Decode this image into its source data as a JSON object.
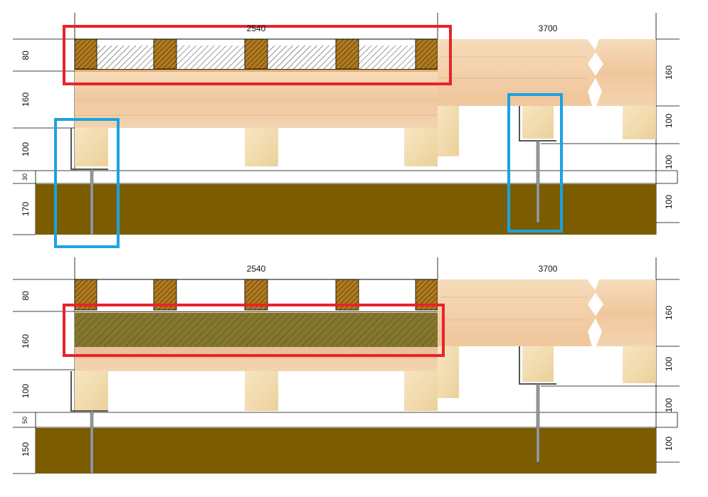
{
  "colors": {
    "wood_light": "#f3d2ad",
    "wood_mid": "#ecc396",
    "wood_grain": "#d9a878",
    "post": "#f2dcae",
    "ground": "#7b5c00",
    "ground_hatched": "#6f6a1e",
    "hatch_dark": "#9a6a1a",
    "line": "#000000",
    "steel": "#9a9a9a",
    "highlight_red": "#e8232b",
    "highlight_blue": "#1ba3e0"
  },
  "upper": {
    "top_span": "2540",
    "right_span": "3700",
    "left_dims": [
      "80",
      "160",
      "100",
      "30",
      "170"
    ],
    "right_dims": [
      "160",
      "100",
      "100",
      "100"
    ]
  },
  "lower": {
    "top_span": "2540",
    "right_span": "3700",
    "left_dims": [
      "80",
      "160",
      "100",
      "50",
      "150"
    ],
    "right_dims": [
      "160",
      "100",
      "100",
      "100"
    ]
  }
}
